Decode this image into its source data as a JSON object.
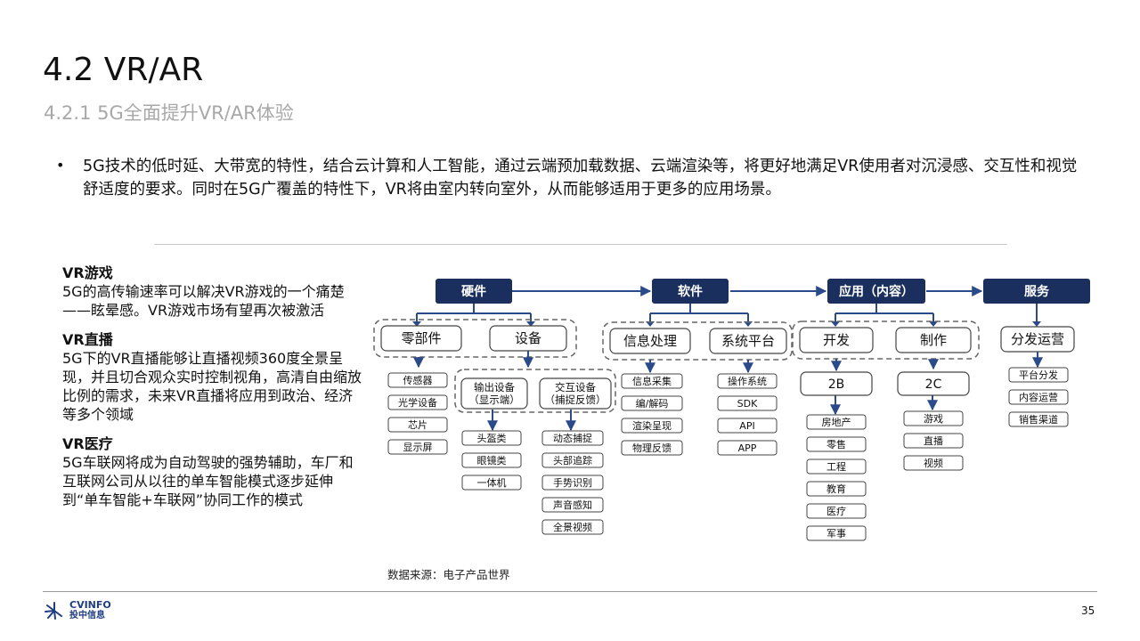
{
  "header": {
    "title": "4.2 VR/AR",
    "subtitle": "4.2.1 5G全面提升VR/AR体验"
  },
  "bullet": {
    "symbol": "•",
    "text": "5G技术的低时延、大带宽的特性，结合云计算和人工智能，通过云端预加载数据、云端渲染等，将更好地满足VR使用者对沉浸感、交互性和视觉舒适度的要求。同时在5G广覆盖的特性下，VR将由室内转向室外，从而能够适用于更多的应用场景。"
  },
  "sections": [
    {
      "title": "VR游戏",
      "body": "5G的高传输速率可以解决VR游戏的一个痛楚——眩晕感。VR游戏市场有望再次被激活"
    },
    {
      "title": "VR直播",
      "body": "5G下的VR直播能够让直播视频360度全景呈现，并且切合观众实时控制视角，高清自由缩放比例的需求，未来VR直播将应用到政治、经济等多个领域"
    },
    {
      "title": "VR医疗",
      "body": "5G车联网将成为自动驾驶的强势辅助，车厂和互联网公司从以往的单车智能模式逐步延伸到“单车智能+车联网”协同工作的模式"
    }
  ],
  "diagram": {
    "top": [
      "硬件",
      "软件",
      "应用（内容）",
      "服务"
    ],
    "hardware": {
      "groups": [
        "零部件",
        "设备"
      ],
      "components": [
        "传感器",
        "光学设备",
        "芯片",
        "显示屏"
      ],
      "output": {
        "label": "输出设备",
        "sub": "（显示端）",
        "items": [
          "头盔类",
          "眼镜类",
          "一体机"
        ]
      },
      "interaction": {
        "label": "交互设备",
        "sub": "（捕捉反馈）",
        "items": [
          "动态捕捉",
          "头部追踪",
          "手势识别",
          "声音感知",
          "全景视频"
        ]
      }
    },
    "software": {
      "groups": [
        "信息处理",
        "系统平台"
      ],
      "info_items": [
        "信息采集",
        "编/解码",
        "渲染呈现",
        "物理反馈"
      ],
      "platform_items": [
        "操作系统",
        "SDK",
        "API",
        "APP"
      ]
    },
    "application": {
      "groups": [
        "开发",
        "制作"
      ],
      "b2b": "2B",
      "b2c": "2C",
      "b2b_items": [
        "房地产",
        "零售",
        "工程",
        "教育",
        "医疗",
        "军事"
      ],
      "b2c_items": [
        "游戏",
        "直播",
        "视频"
      ]
    },
    "service": {
      "group": "分发运营",
      "items": [
        "平台分发",
        "内容运营",
        "销售渠道"
      ]
    },
    "colors": {
      "navy": "#1b2f5e",
      "arrow": "#2b4a8a",
      "border": "#444444",
      "dash": "#666666"
    }
  },
  "source": "数据来源：电子产品世界",
  "footer": {
    "logo_en": "CVINFO",
    "logo_cn": "投中信息",
    "page": "35"
  }
}
